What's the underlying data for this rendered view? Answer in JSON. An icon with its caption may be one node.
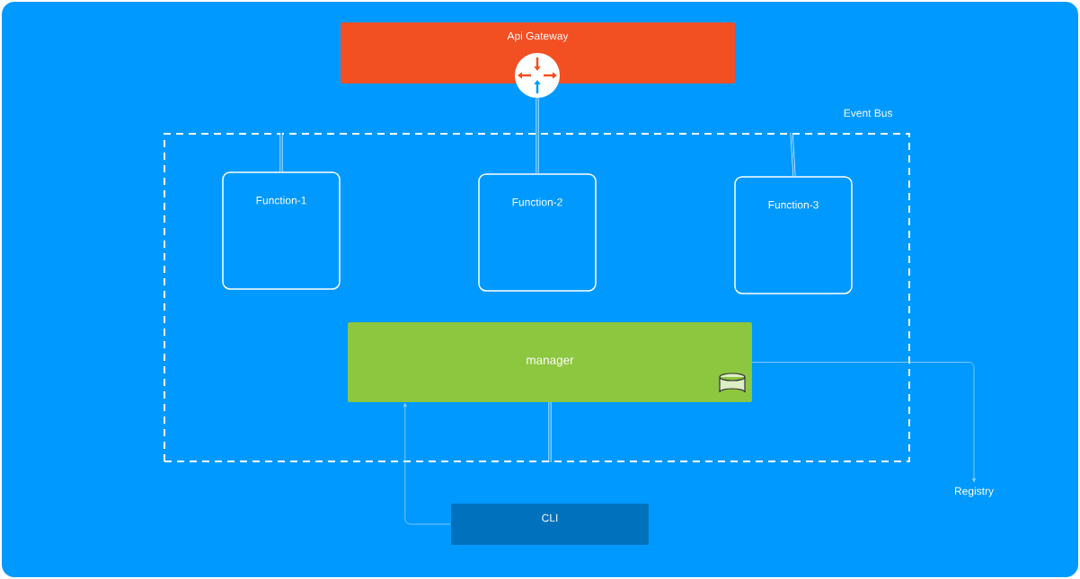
{
  "diagram": {
    "nodes": [
      {
        "text": [
          "Api Gateway"
        ]
      },
      {
        "text": [],
        "shape": "circle"
      },
      {
        "text": [
          "Event Bus"
        ]
      },
      {
        "text": [
          "Function-1"
        ],
        "in": 2
      },
      {
        "text": [
          "Function-2"
        ],
        "in": 2
      },
      {
        "text": [
          "Function-3"
        ],
        "in": 2
      },
      {
        "text": [
          "manager"
        ],
        "in": 2
      },
      {
        "text": [
          "CLI"
        ]
      },
      {
        "text": [
          "Registry"
        ]
      }
    ],
    "edges": [
      {
        "from": 3,
        "to": 2,
        "arrow": "none"
      },
      {
        "from": 4,
        "to": 1,
        "arrow": "none"
      },
      {
        "from": 5,
        "to": 2,
        "arrow": "none"
      },
      {
        "from": 6,
        "to": 2,
        "arrow": "none"
      },
      {
        "from": 6,
        "to": 8,
        "arrow": "to",
        "color": "#9fd3ff"
      },
      {
        "from": 7,
        "to": 6,
        "arrow": "to",
        "color": "#9fd3ff"
      }
    ]
  }
}
